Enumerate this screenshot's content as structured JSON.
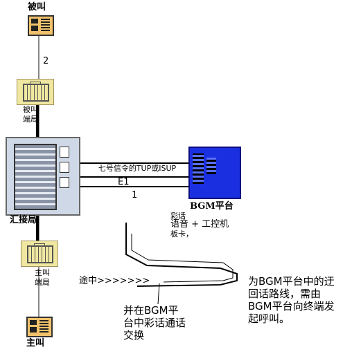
{
  "labels": {
    "called_party": "被叫",
    "trunk_number": "2",
    "called_office_line1": "被叫",
    "called_office_line2": "端局",
    "signaling": "七号信令的TUP或ISUP",
    "e1": "E1",
    "link_number": "1",
    "tandem": "汇接局",
    "bgm_platform": "BGM平台",
    "bgm_line2": "彩话",
    "bgm_line3": "语音  + 工控机",
    "bgm_line4": "板卡，",
    "caller_office_line1": "主叫",
    "caller_office_line2": "端局",
    "caller": "主叫",
    "en_route": "途中>>>>>>>",
    "note_left_line1": "并在BGM平",
    "note_left_line2": "台中彩话通话",
    "note_left_line3": "交换",
    "note_right_line1": "为BGM平台中的迂",
    "note_right_line2": "回话路线，需由",
    "note_right_line3": "BGM平台向终端发",
    "note_right_line4": "起呼叫。"
  },
  "icons": {
    "called_phone": "phone-icon",
    "called_exchange": "local-exchange-icon",
    "tandem_switch": "tandem-switch-icon",
    "bgm_server": "bgm-server-icon",
    "caller_exchange": "local-exchange-icon",
    "caller_phone": "phone-icon"
  },
  "colors": {
    "bgm_blue": "#1a2fe0",
    "exchange_yellow": "#f0e8a0",
    "phone_orange": "#f1c26b",
    "tandem_gray": "#cfd8e6",
    "vertical_line": "#888888"
  }
}
